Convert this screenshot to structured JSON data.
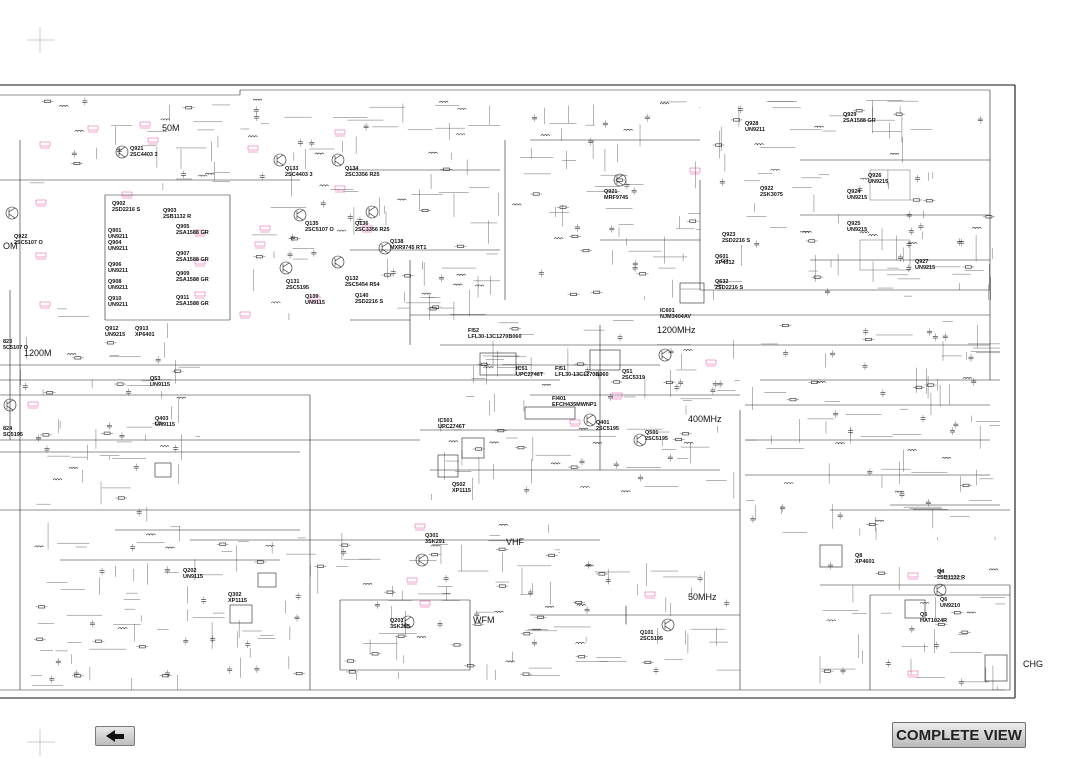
{
  "diagram": {
    "band_labels": [
      "50M",
      "1200M",
      "1200MHz",
      "400MHz",
      "VHF",
      "WFM",
      "50MHz"
    ],
    "edge_labels": [
      "OM",
      "823",
      "5C5107 O",
      "824",
      "SC5195",
      "CHG"
    ],
    "parts": [
      {
        "ref": "Q921",
        "type": "2SC4403 3"
      },
      {
        "ref": "Q133",
        "type": "2SC4403 3"
      },
      {
        "ref": "Q134",
        "type": "2SC3356 R25"
      },
      {
        "ref": "Q902",
        "type": "2SD2216 S"
      },
      {
        "ref": "Q903",
        "type": "2SB1132 R"
      },
      {
        "ref": "Q905",
        "type": "2SA1588 GR"
      },
      {
        "ref": "Q901",
        "type": "UN9211"
      },
      {
        "ref": "Q904",
        "type": "UN9211"
      },
      {
        "ref": "Q907",
        "type": "2SA1588 GR"
      },
      {
        "ref": "Q906",
        "type": "UN9211"
      },
      {
        "ref": "Q909",
        "type": "2SA1588 GR"
      },
      {
        "ref": "Q908",
        "type": "UN9211"
      },
      {
        "ref": "Q911",
        "type": "2SA1588 GR"
      },
      {
        "ref": "Q910",
        "type": "UN9211"
      },
      {
        "ref": "Q912",
        "type": "UN9215"
      },
      {
        "ref": "Q913",
        "type": "XP6401"
      },
      {
        "ref": "Q135",
        "type": "2SC5107 O"
      },
      {
        "ref": "Q136",
        "type": "2SC3356 R25"
      },
      {
        "ref": "Q138",
        "type": "MXR9745 RT1"
      },
      {
        "ref": "Q131",
        "type": "2SC5195"
      },
      {
        "ref": "Q132",
        "type": "2SC5454 R54"
      },
      {
        "ref": "Q139",
        "type": "UN9115"
      },
      {
        "ref": "Q140",
        "type": "2SD2216 S"
      },
      {
        "ref": "Q922",
        "type": "2SC5107 O"
      },
      {
        "ref": "Q928",
        "type": "UN9211"
      },
      {
        "ref": "Q929",
        "type": "2SA1588 GR"
      },
      {
        "ref": "Q921",
        "type": "MRF9745"
      },
      {
        "ref": "Q922",
        "type": "2SK3075"
      },
      {
        "ref": "Q924",
        "type": "UN9215"
      },
      {
        "ref": "Q926",
        "type": "UN9215"
      },
      {
        "ref": "Q925",
        "type": "UN9215"
      },
      {
        "ref": "Q923",
        "type": "2SD2216 S"
      },
      {
        "ref": "Q601",
        "type": "XP4312"
      },
      {
        "ref": "Q927",
        "type": "UN9215"
      },
      {
        "ref": "Q632",
        "type": "2SD2216 S"
      },
      {
        "ref": "IC601",
        "type": "NJM3404AV"
      },
      {
        "ref": "FI52",
        "type": "LFL30-13C1270B060"
      },
      {
        "ref": "IC51",
        "type": "UPC2746T"
      },
      {
        "ref": "FI51",
        "type": "LFL30-13C1270B060"
      },
      {
        "ref": "Q51",
        "type": "2SC5319"
      },
      {
        "ref": "Q53",
        "type": "UN9115"
      },
      {
        "ref": "Q403",
        "type": "UN9115"
      },
      {
        "ref": "FI401",
        "type": "EFCH435MWNP1"
      },
      {
        "ref": "IC501",
        "type": "UPC2746T"
      },
      {
        "ref": "Q401",
        "type": "2SC5195"
      },
      {
        "ref": "Q501",
        "type": "2SC5195"
      },
      {
        "ref": "Q502",
        "type": "XP1115"
      },
      {
        "ref": "Q301",
        "type": "3SK291"
      },
      {
        "ref": "Q202",
        "type": "UN9115"
      },
      {
        "ref": "Q302",
        "type": "XP1115"
      },
      {
        "ref": "Q201",
        "type": "3SK295"
      },
      {
        "ref": "Q101",
        "type": "2SC5195"
      },
      {
        "ref": "Q8",
        "type": "XP4601"
      },
      {
        "ref": "Q4",
        "type": "2SB1132 R"
      },
      {
        "ref": "Q6",
        "type": "UN9210"
      },
      {
        "ref": "Q5",
        "type": "HAT1024R"
      }
    ]
  },
  "buttons": {
    "complete_view": "COMPLETE VIEW"
  },
  "colors": {
    "wire": "#222222",
    "annotation": "#e0208a",
    "background": "#ffffff",
    "button_face": "#cfcfcf"
  }
}
